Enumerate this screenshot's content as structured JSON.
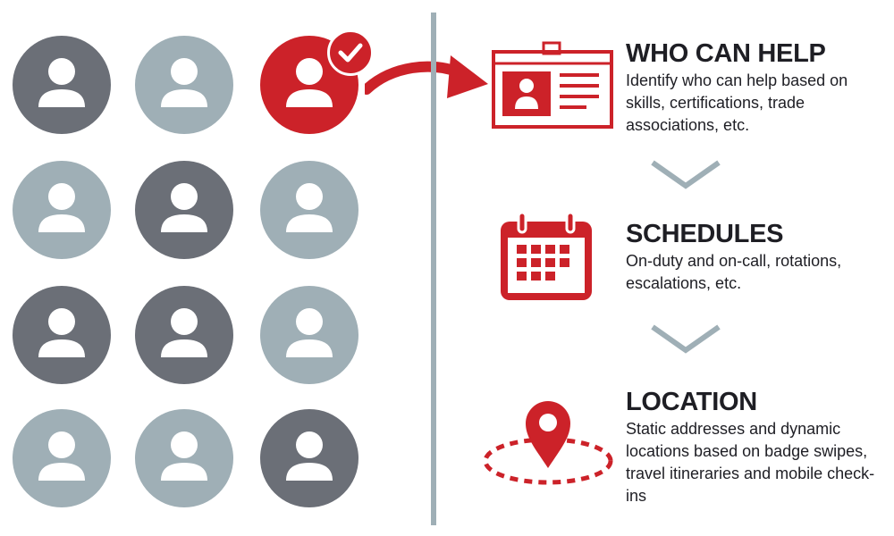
{
  "colors": {
    "accent": "#cc2229",
    "dark": "#6b6f77",
    "light": "#9fafb6",
    "text": "#1e1e24"
  },
  "people": {
    "rows": [
      [
        "dark",
        "light",
        "selected"
      ],
      [
        "light",
        "dark",
        "light"
      ],
      [
        "dark",
        "dark",
        "light"
      ],
      [
        "light",
        "light",
        "dark"
      ]
    ]
  },
  "steps": [
    {
      "title": "WHO CAN HELP",
      "description": "Identify who can help based on skills, certifications, trade associations, etc.",
      "icon": "id-badge-icon"
    },
    {
      "title": "SCHEDULES",
      "description": "On-duty and on-call, rotations, escalations, etc.",
      "icon": "calendar-icon"
    },
    {
      "title": "LOCATION",
      "description": "Static addresses and dynamic locations based on badge swipes, travel itineraries and mobile check-ins",
      "icon": "location-pin-icon"
    }
  ]
}
